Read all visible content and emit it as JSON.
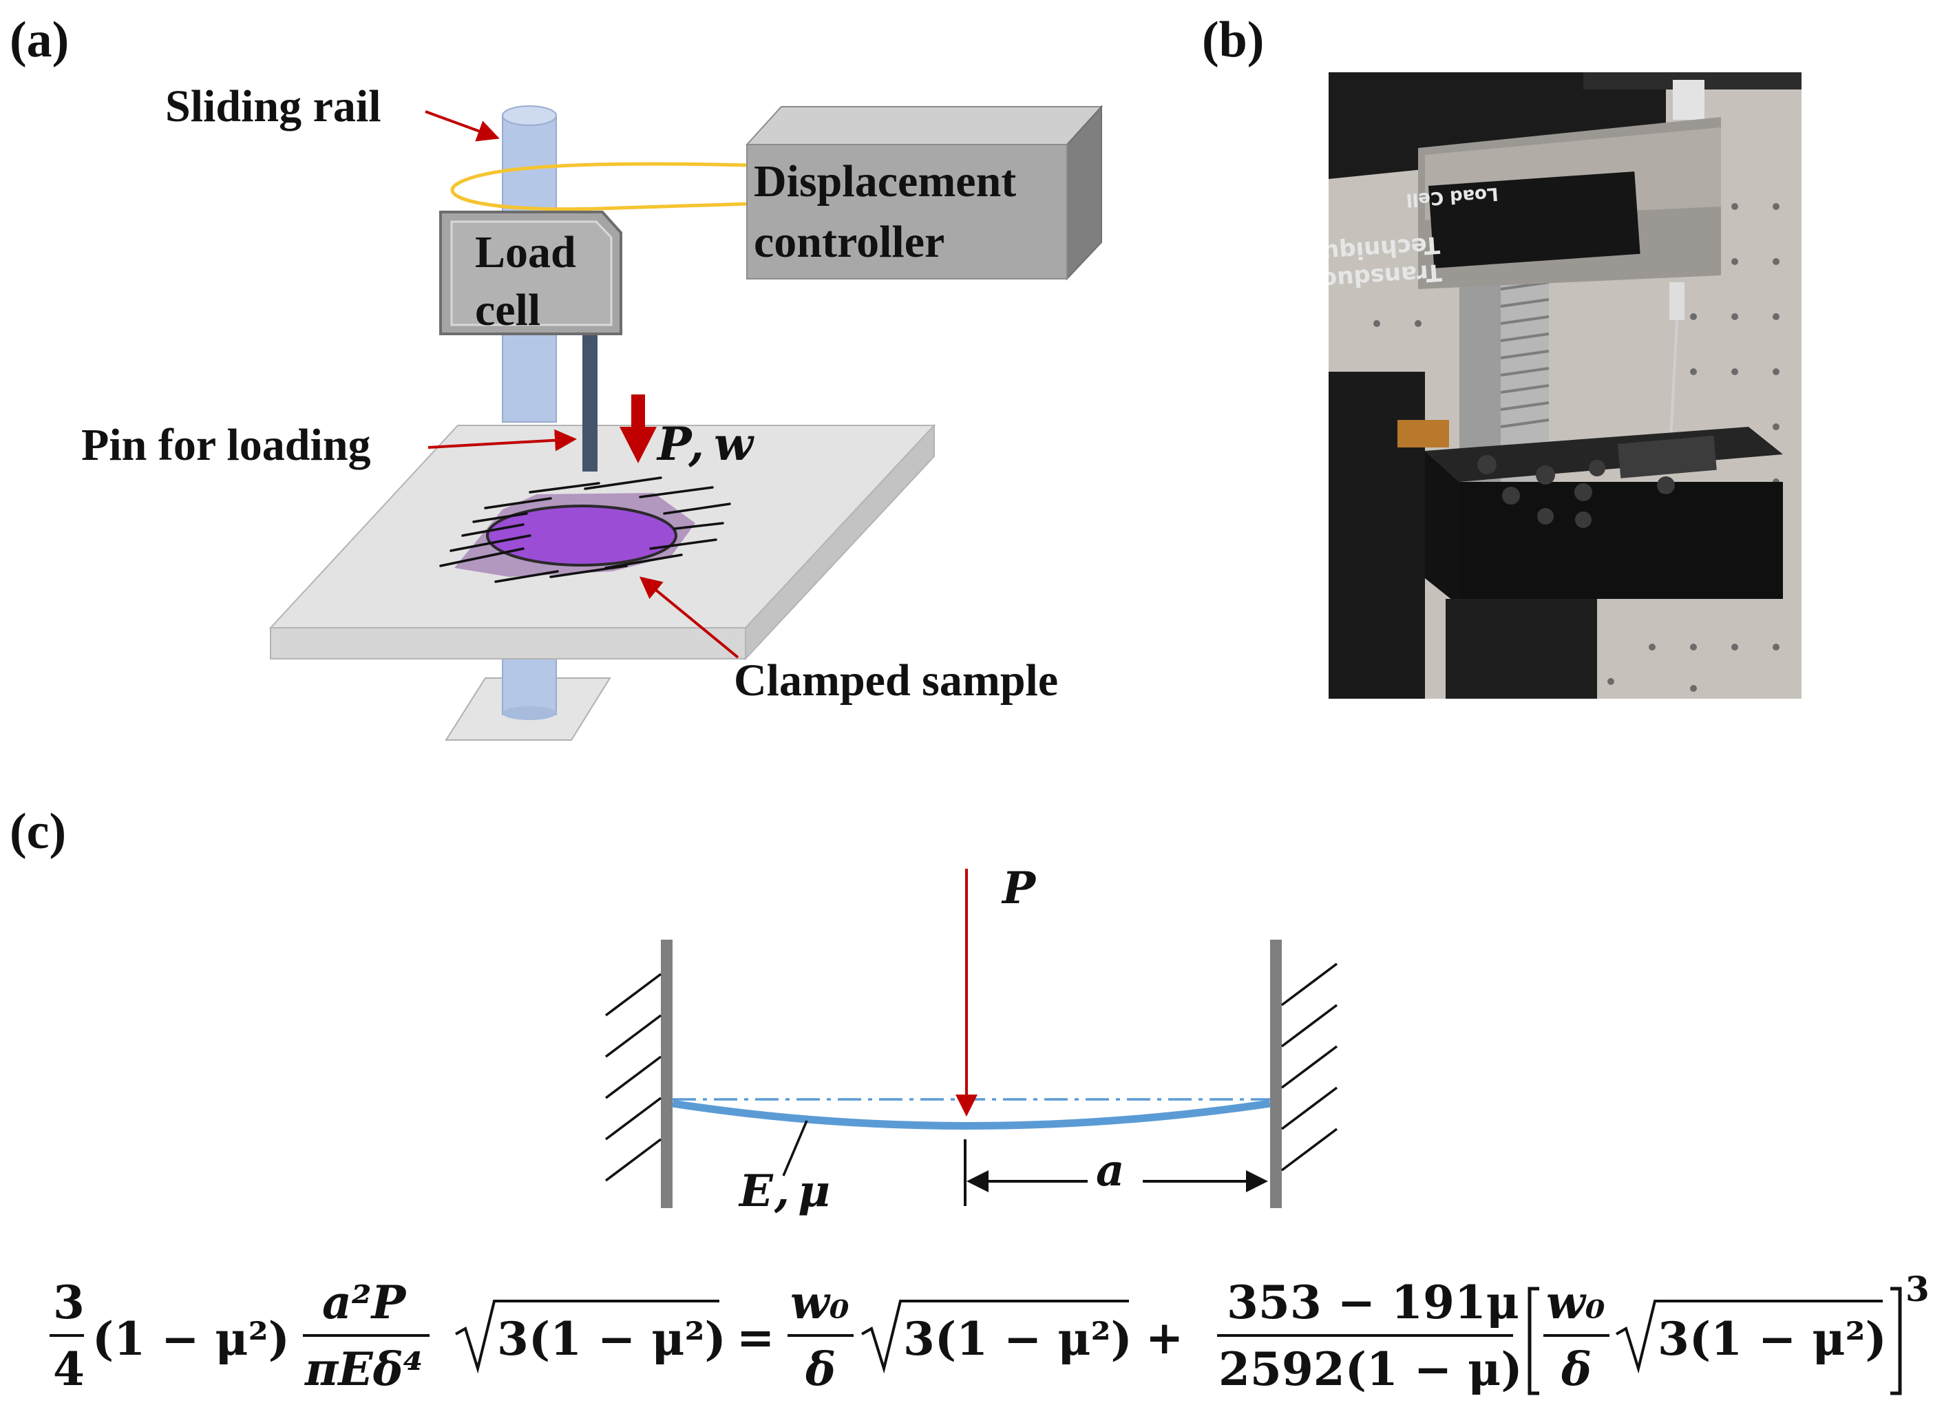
{
  "panels": {
    "a": {
      "label": "(a)",
      "sliding_rail": "Sliding rail",
      "displacement_line1": "Displacement",
      "displacement_line2": "controller",
      "load_line1": "Load",
      "load_line2": "cell",
      "pin_label": "Pin for loading",
      "load_P": "P",
      "load_sep": ",",
      "load_w": "w",
      "clamped_label": "Clamped sample"
    },
    "b": {
      "label": "(b)",
      "photo_text1": "Transducer",
      "photo_text2": "Techniques",
      "photo_text3": "Load Cell"
    },
    "c": {
      "label": "(c)",
      "force": "P",
      "material_E": "E",
      "material_sep": ",",
      "material_mu": "μ",
      "radius": "a"
    }
  },
  "equation": {
    "t1_num": "3",
    "t1_den": "4",
    "t1_paren": "(1 − μ²)",
    "t1_frac_num": "a²P",
    "t1_frac_den": "πEδ⁴",
    "t1_sqrt": "3(1 − μ²)",
    "equals": "=",
    "t2_num": "w₀",
    "t2_den": "δ",
    "t2_sqrt": "3(1 − μ²)",
    "plus": "+",
    "t3_num": "353 − 191μ",
    "t3_den": "2592(1 − μ)",
    "t3_in_num": "w₀",
    "t3_in_den": "δ",
    "t3_in_sqrt": "3(1 − μ²)",
    "exponent": "3"
  },
  "colors": {
    "rail": "#b4c7e7",
    "box": "#a5a5a5",
    "wire": "#f5c430",
    "arrow": "#c00000",
    "sample": "#9b4dd6",
    "plate": "#e0e0e0",
    "beam": "#5b9bd5",
    "wall": "#7f7f7f"
  }
}
